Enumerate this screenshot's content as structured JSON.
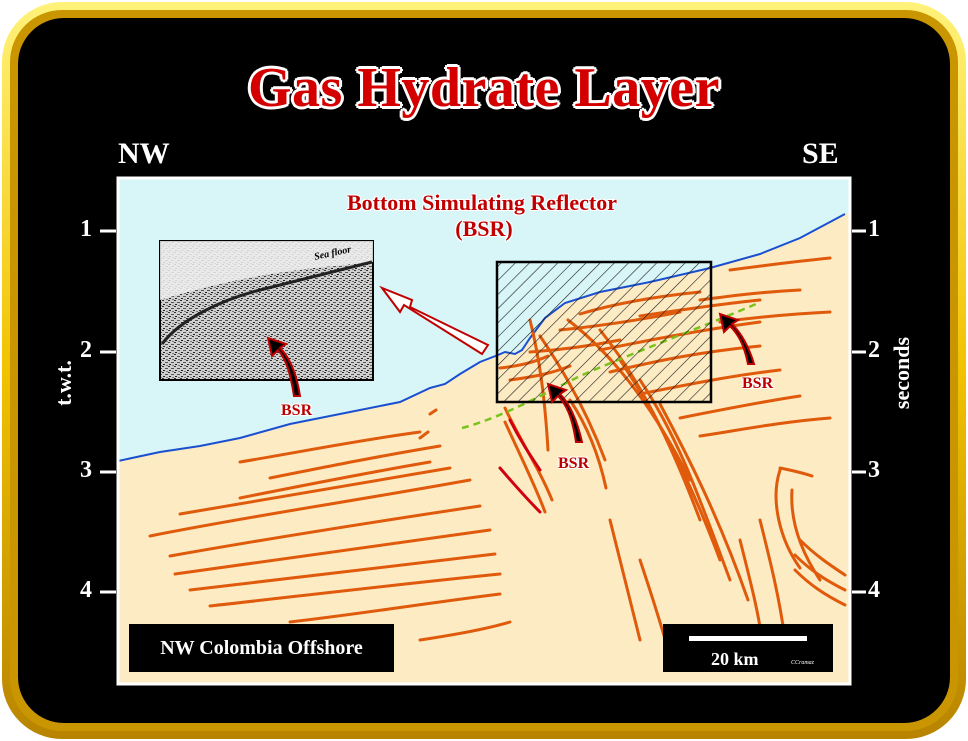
{
  "title": "Gas Hydrate Layer",
  "direction_left": "NW",
  "direction_right": "SE",
  "subtitle_line1": "Bottom Simulating Reflector",
  "subtitle_line2": "(BSR)",
  "axis_left_label": "t.w.t.",
  "axis_right_label": "seconds",
  "ticks": [
    "1",
    "2",
    "3",
    "4"
  ],
  "inset_label": "Sea floor",
  "bsr_labels": [
    "BSR",
    "BSR",
    "BSR"
  ],
  "location_label": "NW Colombia Offshore",
  "scale_label": "20 km",
  "credit": "CCramaz",
  "colors": {
    "frame_gold": "#f2c200",
    "background": "#000000",
    "water": "#d8f6f8",
    "sediment": "#fdebc4",
    "reflector": "#e05a0c",
    "seafloor_line": "#1a4fd0",
    "bsr_dashed": "#7ac21c",
    "title_red": "#d40000"
  }
}
